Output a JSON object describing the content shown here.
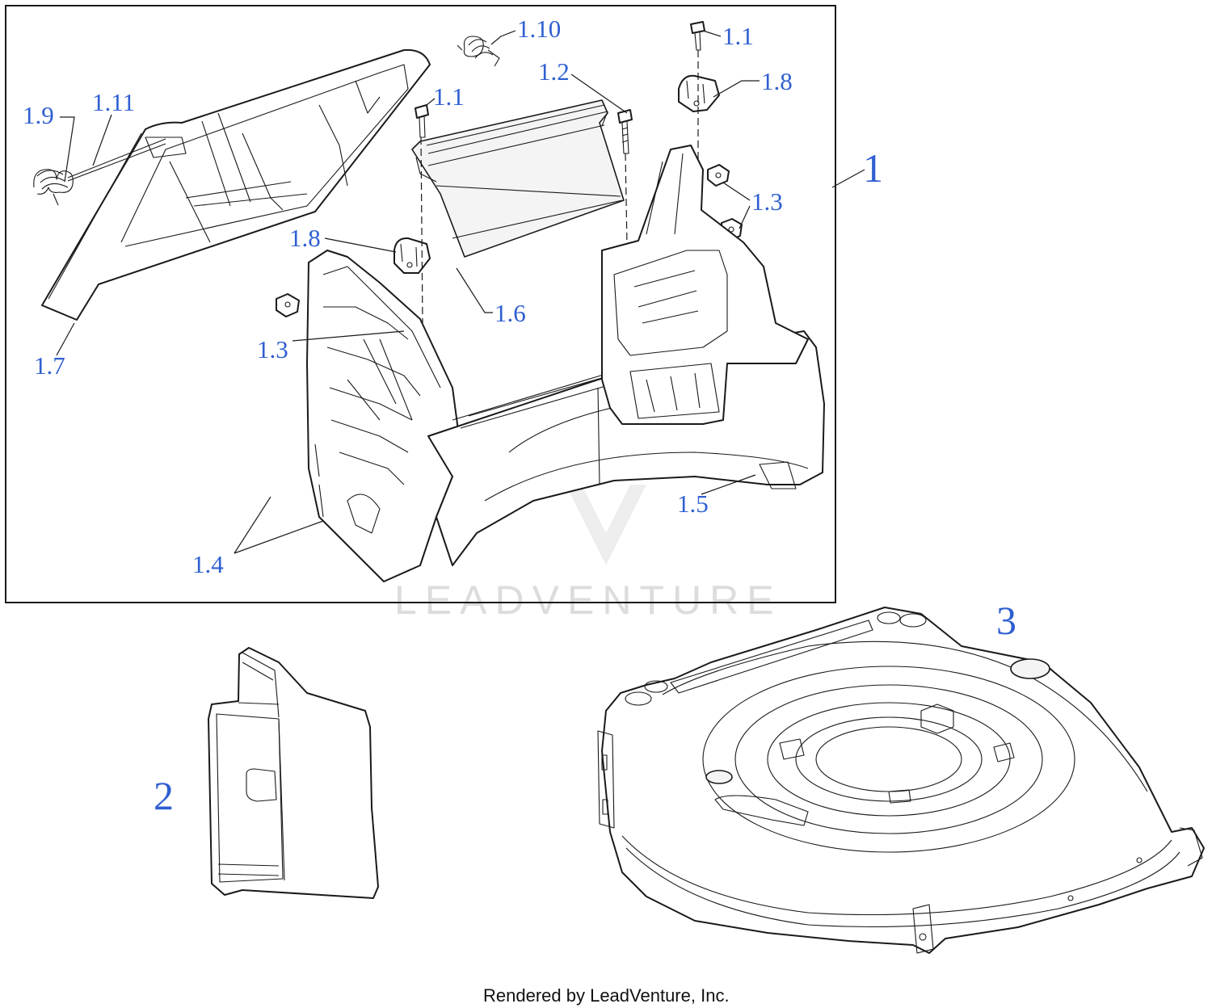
{
  "callouts": {
    "c1_1a": "1.1",
    "c1_1b": "1.1",
    "c1_2": "1.2",
    "c1_3a": "1.3",
    "c1_3b": "1.3",
    "c1_4": "1.4",
    "c1_5": "1.5",
    "c1_6": "1.6",
    "c1_7": "1.7",
    "c1_8a": "1.8",
    "c1_8b": "1.8",
    "c1_9": "1.9",
    "c1_10": "1.10",
    "c1_11": "1.11"
  },
  "assemblies": {
    "a1": "1",
    "a2": "2",
    "a3": "3"
  },
  "watermark": "LEADVENTURE",
  "footer": "Rendered by LeadVenture, Inc.",
  "colors": {
    "callout": "#2f5fd0",
    "line": "#1a1a1a",
    "watermark": "#dcdcdc"
  }
}
